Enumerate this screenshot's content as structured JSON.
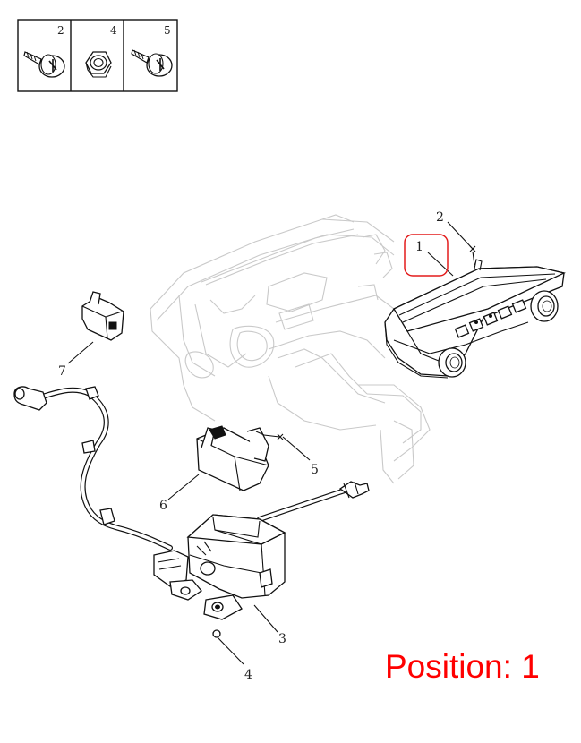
{
  "hardware_box": {
    "items": [
      {
        "number": "2",
        "icon": "screw-icon"
      },
      {
        "number": "4",
        "icon": "nut-icon"
      },
      {
        "number": "5",
        "icon": "screw-icon"
      }
    ]
  },
  "callouts": [
    "1",
    "2",
    "3",
    "4",
    "5",
    "6",
    "7"
  ],
  "highlight_color": "#e31b1b",
  "position": {
    "text": "Position: 1",
    "color": "#ff0000"
  }
}
